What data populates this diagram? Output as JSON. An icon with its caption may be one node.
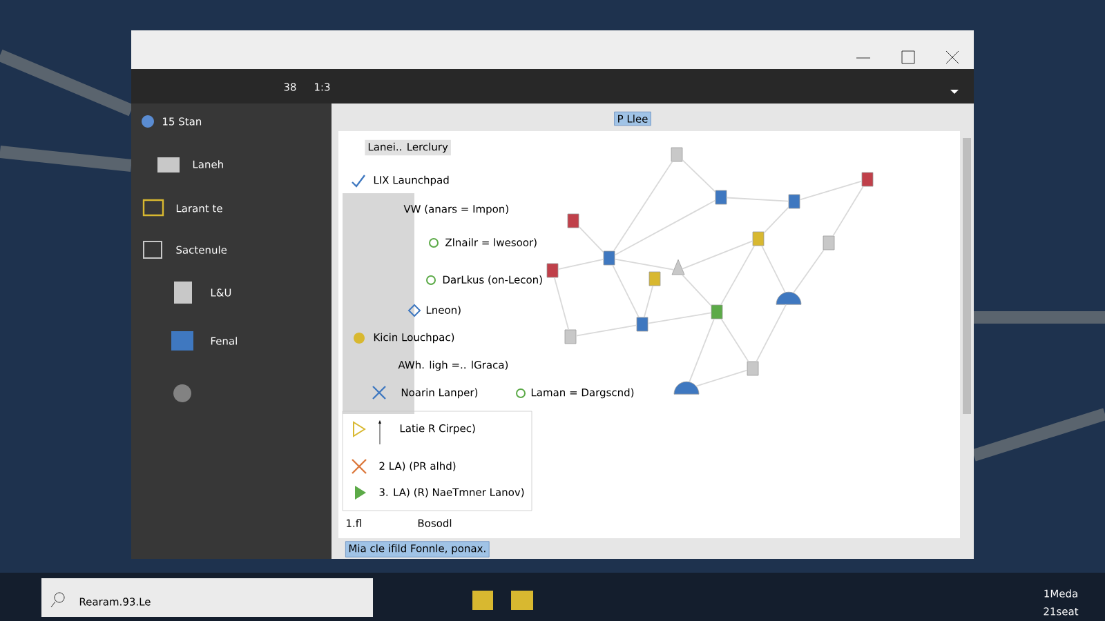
{
  "diagram": {
    "nodes": [
      {
        "text": [],
        "shape": "box"
      },
      {
        "text": [],
        "shape": "box"
      },
      {
        "text": [],
        "shape": "box"
      },
      {
        "text": [],
        "shape": "box"
      },
      {
        "text": [],
        "shape": "box"
      },
      {
        "text": [],
        "shape": "box"
      },
      {
        "text": [],
        "shape": "box"
      },
      {
        "text": [],
        "shape": "box"
      },
      {
        "text": [],
        "shape": "box"
      },
      {
        "text": [],
        "shape": "triangle"
      },
      {
        "text": [],
        "shape": "box"
      },
      {
        "text": [],
        "shape": "person"
      },
      {
        "text": [],
        "shape": "box"
      },
      {
        "text": [],
        "shape": "box"
      },
      {
        "text": [],
        "shape": "box"
      },
      {
        "text": [],
        "shape": "box"
      },
      {
        "text": [],
        "shape": "person"
      }
    ],
    "edges": [
      {
        "from": 0,
        "to": 7,
        "arrow": "none"
      },
      {
        "from": 0,
        "to": 2,
        "arrow": "none"
      },
      {
        "from": 2,
        "to": 3,
        "arrow": "none"
      },
      {
        "from": 3,
        "to": 1,
        "arrow": "none"
      },
      {
        "from": 1,
        "to": 6,
        "arrow": "none"
      },
      {
        "from": 3,
        "to": 5,
        "arrow": "none"
      },
      {
        "from": 2,
        "to": 7,
        "arrow": "none"
      },
      {
        "from": 4,
        "to": 7,
        "arrow": "none"
      },
      {
        "from": 7,
        "to": 9,
        "arrow": "none"
      },
      {
        "from": 8,
        "to": 14,
        "arrow": "none"
      },
      {
        "from": 8,
        "to": 7,
        "arrow": "none"
      },
      {
        "from": 14,
        "to": 13,
        "arrow": "none"
      },
      {
        "from": 13,
        "to": 12,
        "arrow": "none"
      },
      {
        "from": 7,
        "to": 13,
        "arrow": "none"
      },
      {
        "from": 9,
        "to": 12,
        "arrow": "none"
      },
      {
        "from": 10,
        "to": 13,
        "arrow": "none"
      },
      {
        "from": 9,
        "to": 5,
        "arrow": "none"
      },
      {
        "from": 5,
        "to": 11,
        "arrow": "none"
      },
      {
        "from": 6,
        "to": 11,
        "arrow": "none"
      },
      {
        "from": 11,
        "to": 15,
        "arrow": "none"
      },
      {
        "from": 12,
        "to": 16,
        "arrow": "none"
      },
      {
        "from": 12,
        "to": 15,
        "arrow": "none"
      },
      {
        "from": 16,
        "to": 15,
        "arrow": "none"
      },
      {
        "from": 5,
        "to": 12,
        "arrow": "none"
      }
    ],
    "labels": [
      "38",
      "1:3",
      "15 Stan",
      "Laneh",
      "Larant te",
      "Sactenule",
      "L&U",
      "Fenal",
      "P Llee",
      "Lanei.. Lerclury",
      "LIX Launchpad",
      "VW (anars = Impon)",
      "Zlnailr = lwesoor)",
      "DarLkus (on-Lecon)",
      "Lneon)",
      "Kicin Louchpac)",
      "AWh. ligh =.. lGraca)",
      "Noarin Lanper)",
      "Laman = Dargscnd)",
      "Latie R Cirpec)",
      "2 LA) (PR alhd)",
      "3. LA) (R) NaeTmner Lanov)",
      "1.fl",
      "Bosodl",
      "Mia cle ifild Fonnle, ponax.",
      "Rearam.93.Le",
      "1Meda",
      "21seat"
    ]
  }
}
